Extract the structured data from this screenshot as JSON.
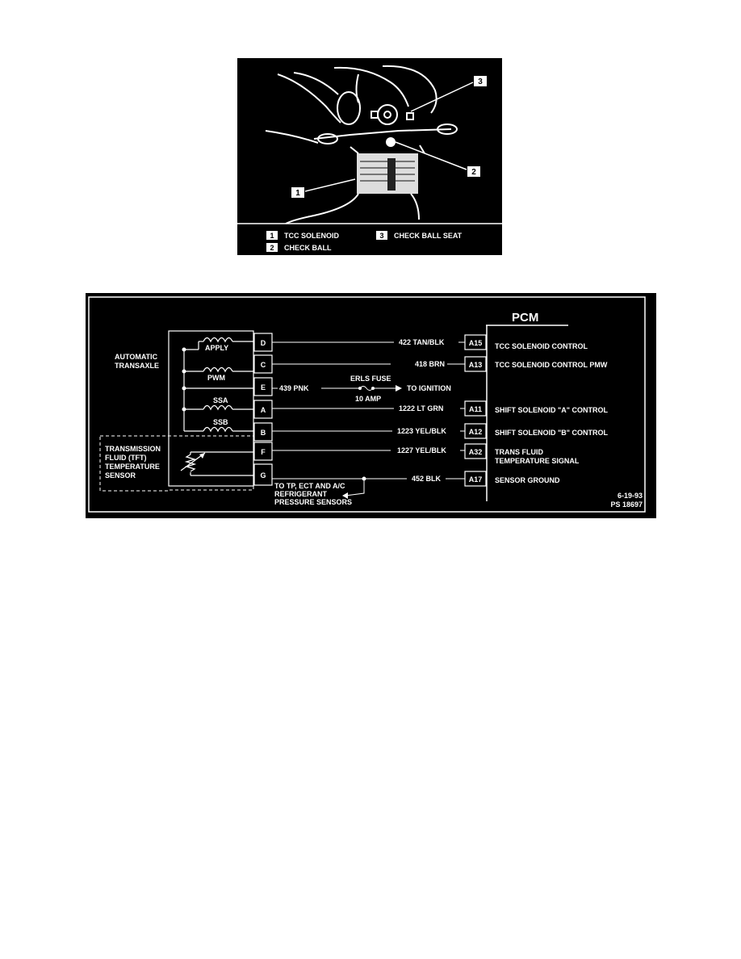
{
  "photo": {
    "callouts": {
      "one": "1",
      "two": "2",
      "three": "3"
    },
    "legend": [
      {
        "num": "1",
        "label": "TCC SOLENOID"
      },
      {
        "num": "2",
        "label": "CHECK BALL"
      },
      {
        "num": "3",
        "label": "CHECK BALL SEAT"
      }
    ]
  },
  "wiring": {
    "pcm_label": "PCM",
    "transaxle_label": [
      "AUTOMATIC",
      "TRANSAXLE"
    ],
    "tft_label": [
      "TRANSMISSION",
      "FLUID (TFT)",
      "TEMPERATURE",
      "SENSOR"
    ],
    "coils": [
      "APPLY",
      "PWM",
      "SSA",
      "SSB"
    ],
    "connector_pins": [
      "D",
      "C",
      "E",
      "A",
      "B",
      "F",
      "G"
    ],
    "circuits": [
      {
        "wire": "422 TAN/BLK",
        "pcm_pin": "A15",
        "function": [
          "TCC SOLENOID CONTROL"
        ]
      },
      {
        "wire": "418 BRN",
        "pcm_pin": "A13",
        "function": [
          "TCC SOLENOID CONTROL PMW"
        ]
      },
      {
        "wire": "1222 LT GRN",
        "pcm_pin": "A11",
        "function": [
          "SHIFT SOLENOID \"A\" CONTROL"
        ]
      },
      {
        "wire": "1223 YEL/BLK",
        "pcm_pin": "A12",
        "function": [
          "SHIFT SOLENOID \"B\" CONTROL"
        ]
      },
      {
        "wire": "1227 YEL/BLK",
        "pcm_pin": "A32",
        "function": [
          "TRANS FLUID",
          "TEMPERATURE SIGNAL"
        ]
      },
      {
        "wire": "452 BLK",
        "pcm_pin": "A17",
        "function": [
          "SENSOR GROUND"
        ]
      }
    ],
    "ignition": {
      "wire": "439 PNK",
      "fuse": [
        "ERLS FUSE",
        "10 AMP"
      ],
      "destination": "TO IGNITION"
    },
    "sensor_note": [
      "TO TP, ECT AND A/C",
      "REFRIGERANT",
      "PRESSURE SENSORS"
    ],
    "figure_ref": [
      "6-19-93",
      "PS 18697"
    ]
  }
}
